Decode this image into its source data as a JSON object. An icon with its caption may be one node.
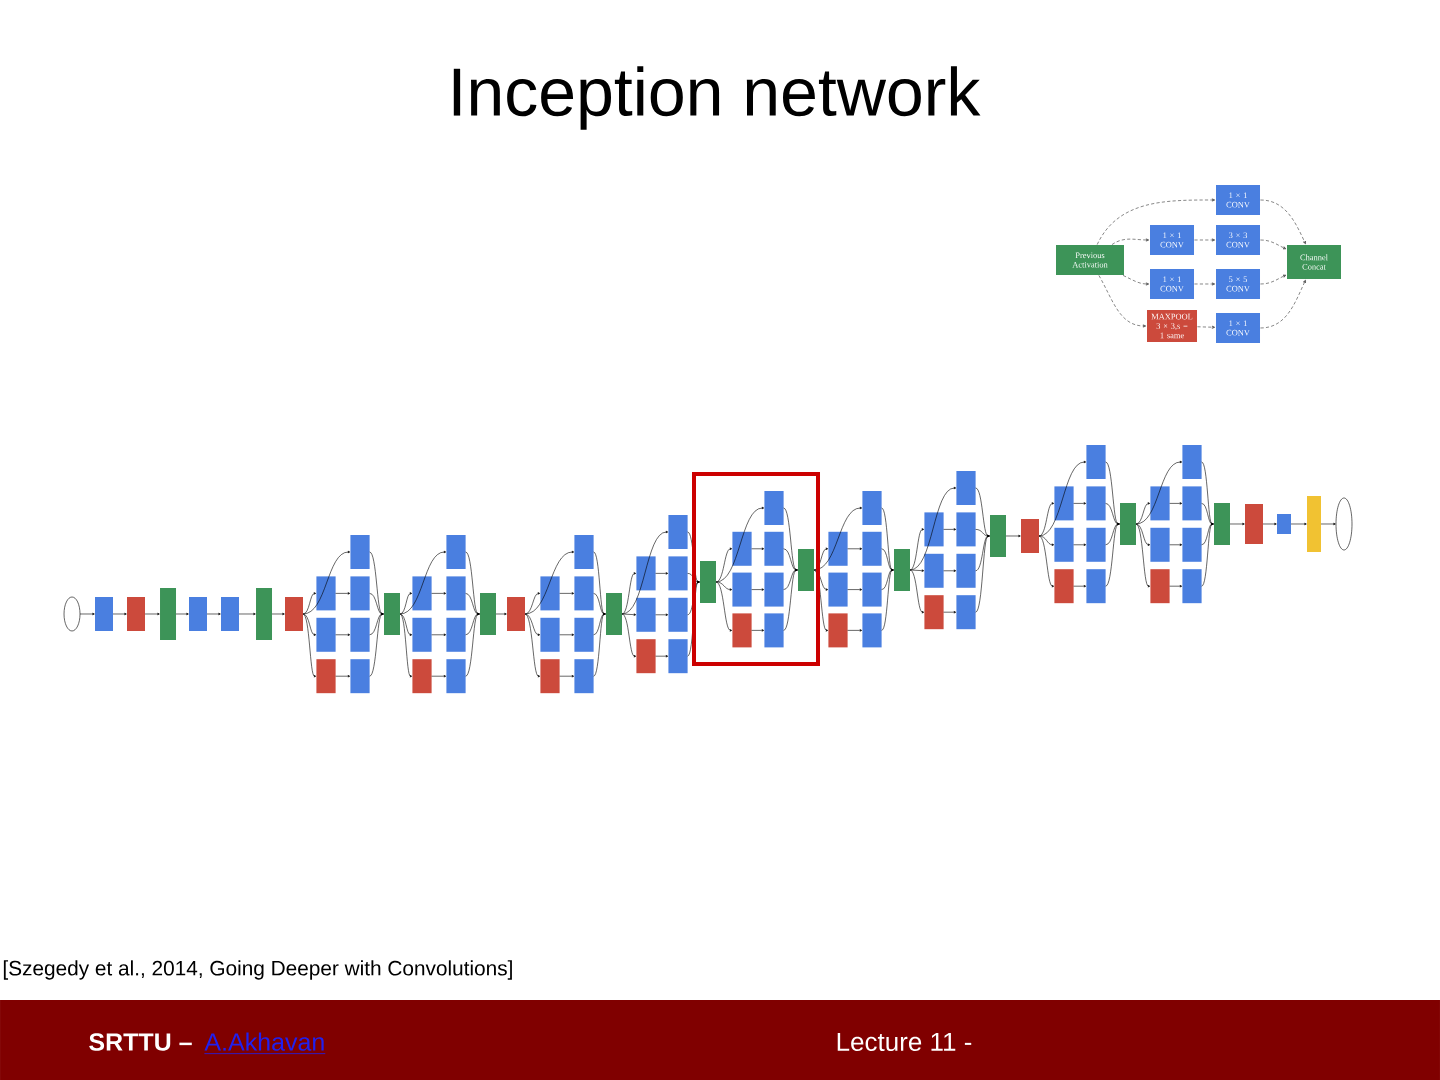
{
  "diagram": {
    "title": "Inception network",
    "caption": "[Szegedy et al., 2014, Going Deeper with Convolutions]",
    "nodes": [
      {
        "text": [
          "Previous Activation"
        ]
      },
      {
        "text": [
          "1 × 1 CONV"
        ]
      },
      {
        "text": [
          "1 × 1 CONV"
        ]
      },
      {
        "text": [
          "3 × 3 CONV"
        ]
      },
      {
        "text": [
          "1 × 1 CONV"
        ]
      },
      {
        "text": [
          "5 × 5 CONV"
        ]
      },
      {
        "text": [
          "MAXPOOL 3 × 3,s = 1 same"
        ]
      },
      {
        "text": [
          "1 × 1 CONV"
        ]
      },
      {
        "text": [
          "Channel Concat"
        ]
      }
    ],
    "edges": [
      {
        "from": 0,
        "to": 1,
        "arrow": "to",
        "style": "dashed"
      },
      {
        "from": 0,
        "to": 2,
        "arrow": "to",
        "style": "dashed"
      },
      {
        "from": 0,
        "to": 4,
        "arrow": "to",
        "style": "dashed"
      },
      {
        "from": 0,
        "to": 6,
        "arrow": "to",
        "style": "dashed"
      },
      {
        "from": 2,
        "to": 3,
        "arrow": "to",
        "style": "dashed"
      },
      {
        "from": 4,
        "to": 5,
        "arrow": "to",
        "style": "dashed"
      },
      {
        "from": 6,
        "to": 7,
        "arrow": "to",
        "style": "dashed"
      },
      {
        "from": 1,
        "to": 8,
        "arrow": "to",
        "style": "dashed"
      },
      {
        "from": 3,
        "to": 8,
        "arrow": "to",
        "style": "dashed"
      },
      {
        "from": 5,
        "to": 8,
        "arrow": "to",
        "style": "dashed"
      },
      {
        "from": 7,
        "to": 8,
        "arrow": "to",
        "style": "dashed"
      }
    ],
    "labels": [
      "SRTTU –",
      "A.Akhavan",
      "Lecture 11 -"
    ]
  }
}
